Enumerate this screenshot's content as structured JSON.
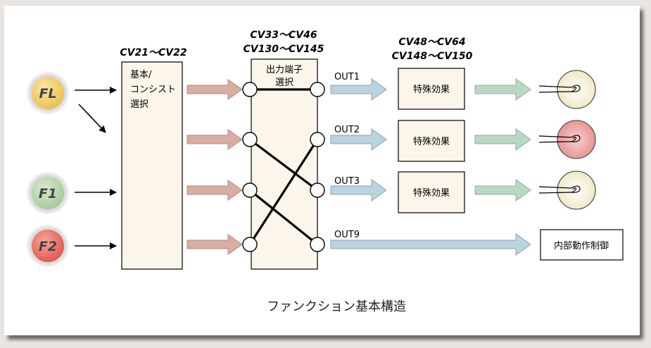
{
  "diagram": {
    "caption": "ファンクション基本構造",
    "inputs": {
      "fl": "FL",
      "f1": "F1",
      "f2": "F2"
    },
    "colors": {
      "fl": "#f2cf6a",
      "f1": "#b7d6a8",
      "f2": "#ea6c61",
      "pink_arrow": "#d9aea2",
      "blue_arrow": "#b9d3df",
      "green_arrow": "#b9d8c2",
      "box_fill": "#fbf5ea"
    },
    "cv_labels": {
      "select": "CV21～CV22",
      "terminal_1": "CV33～CV46",
      "terminal_2": "CV130～CV145",
      "effects_1": "CV48～CV64",
      "effects_2": "CV148～CV150"
    },
    "basic_box": {
      "line1": "基本/",
      "line2": "コンシスト",
      "line3": "選択"
    },
    "terminal_box": {
      "line1": "出力端子",
      "line2": "選択"
    },
    "outputs": [
      "OUT1",
      "OUT2",
      "OUT3",
      "OUT9"
    ],
    "effects": [
      "特殊効果",
      "特殊効果",
      "特殊効果"
    ],
    "internal_control": "内部動作制御",
    "lamp_colors": [
      "#f8f2dc",
      "#f4b3b3",
      "#f8f2dc"
    ]
  }
}
